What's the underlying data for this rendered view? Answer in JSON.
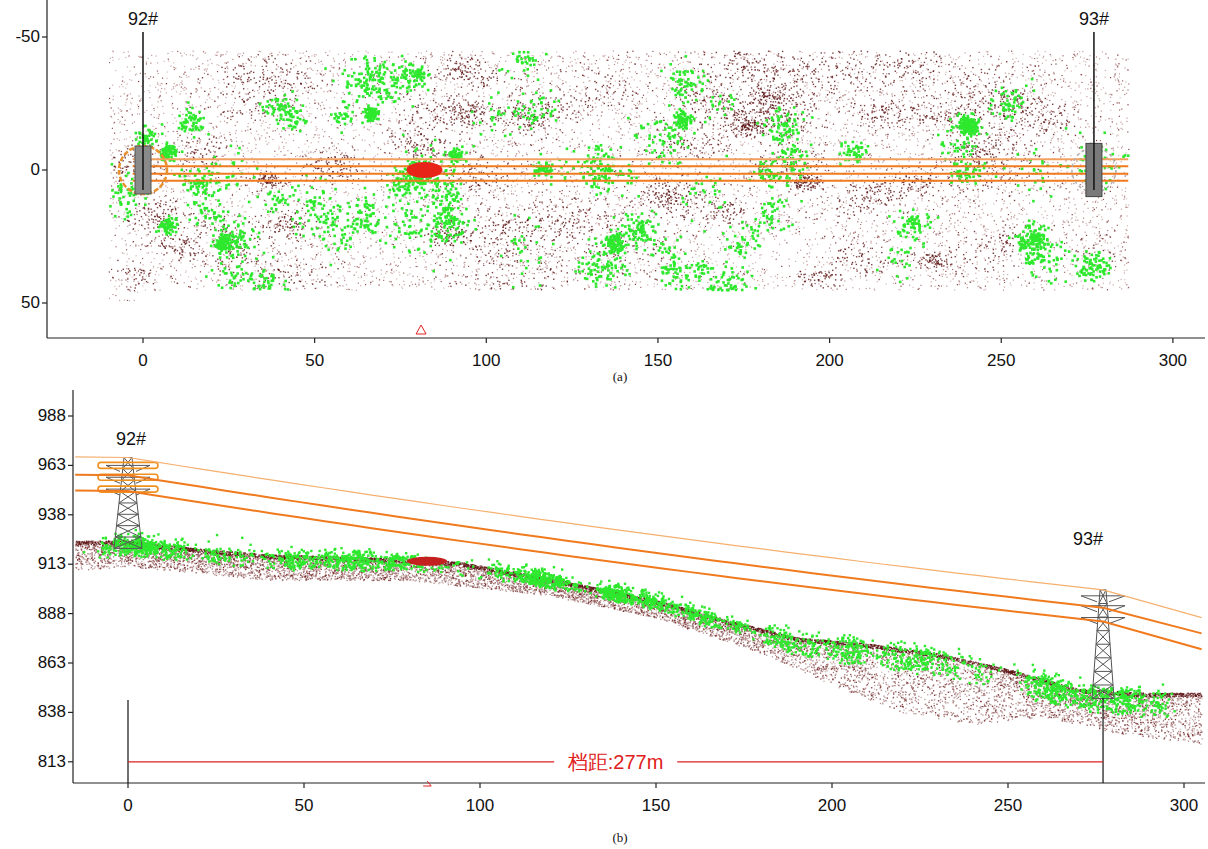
{
  "diagram": {
    "labels": [
      "92#",
      "93#",
      "-50",
      "0",
      "50",
      "0",
      "50",
      "100",
      "150",
      "200",
      "250",
      "300",
      "(a)",
      "92#",
      "93#",
      "988",
      "963",
      "938",
      "913",
      "888",
      "863",
      "838",
      "813",
      "0",
      "50",
      "100",
      "150",
      "200",
      "250",
      "300",
      "档距:277m",
      "(b)"
    ]
  }
}
